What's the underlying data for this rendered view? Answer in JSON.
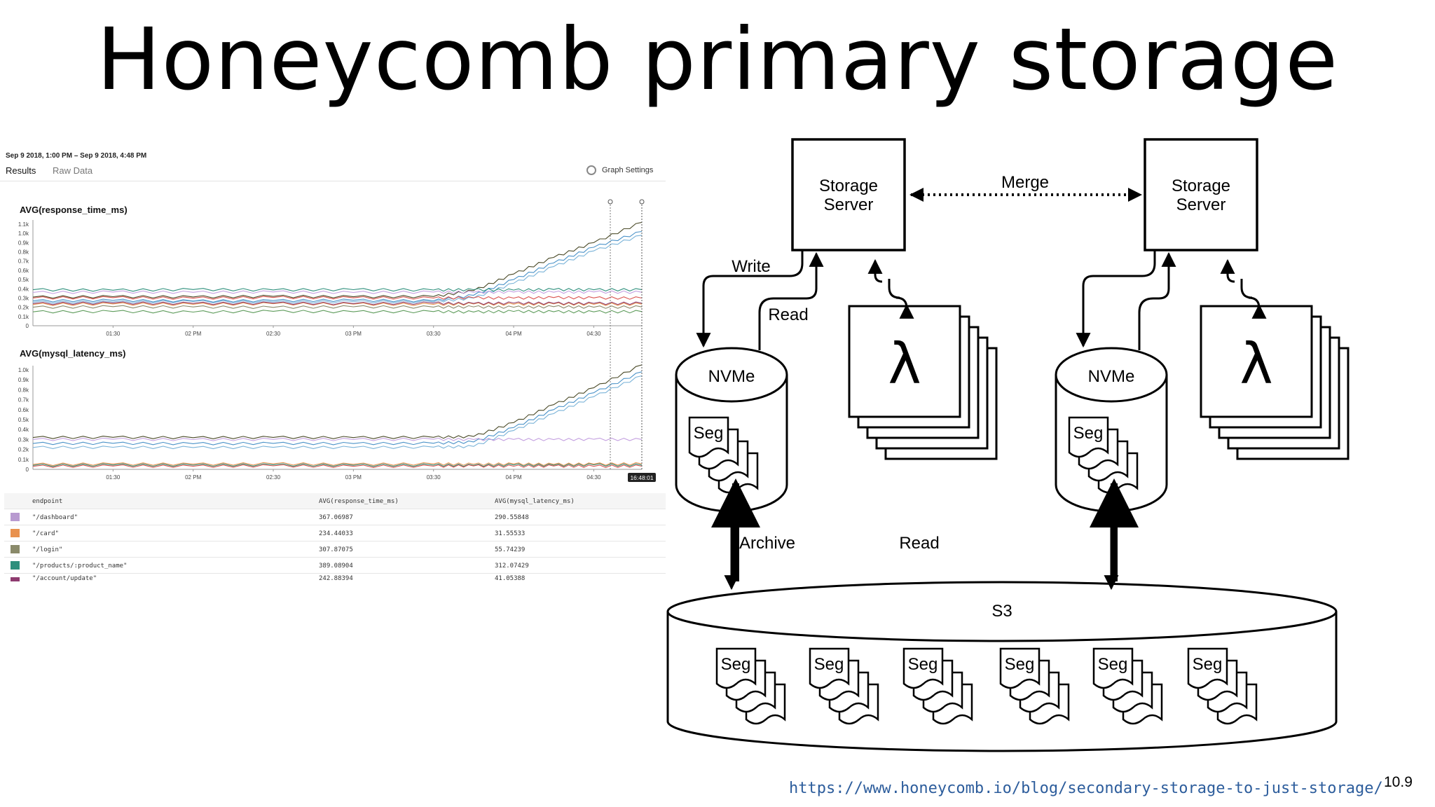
{
  "slide": {
    "title": "Honeycomb primary storage",
    "url": "https://www.honeycomb.io/blog/secondary-storage-to-just-storage/",
    "page_number": "10.9"
  },
  "query_ui": {
    "time_range": "Sep 9 2018, 1:00 PM – Sep 9 2018, 4:48 PM",
    "tabs": [
      {
        "label": "Results",
        "active": true
      },
      {
        "label": "Raw Data",
        "active": false
      }
    ],
    "graph_settings_label": "Graph Settings",
    "x_ticks": [
      "01:30",
      "02 PM",
      "02:30",
      "03 PM",
      "03:30",
      "04 PM",
      "04:30"
    ],
    "cursor_time": "16:48:01",
    "table": {
      "columns": [
        "endpoint",
        "AVG(response_time_ms)",
        "AVG(mysql_latency_ms)"
      ],
      "rows": [
        {
          "color": "#b89ad0",
          "endpoint": "\"/dashboard\"",
          "response": "367.06987",
          "mysql": "290.55848"
        },
        {
          "color": "#e8914e",
          "endpoint": "\"/card\"",
          "response": "234.44033",
          "mysql": "31.55533"
        },
        {
          "color": "#8a8a6a",
          "endpoint": "\"/login\"",
          "response": "307.87075",
          "mysql": "55.74239"
        },
        {
          "color": "#2e8f7c",
          "endpoint": "\"/products/:product_name\"",
          "response": "389.08904",
          "mysql": "312.07429"
        },
        {
          "color": "#8e3b6f",
          "endpoint": "\"/account/update\"",
          "response": "242.88394",
          "mysql": "41.05388"
        }
      ]
    }
  },
  "chart_data": [
    {
      "type": "line",
      "title": "AVG(response_time_ms)",
      "y_ticks": [
        "0",
        "0.1k",
        "0.2k",
        "0.3k",
        "0.4k",
        "0.5k",
        "0.6k",
        "0.7k",
        "0.8k",
        "0.9k",
        "1.0k",
        "1.1k"
      ],
      "ylim": [
        0,
        1100
      ],
      "x": [
        "13:00",
        "13:30",
        "14:00",
        "14:30",
        "15:00",
        "15:30",
        "15:45",
        "16:00",
        "16:15",
        "16:30",
        "16:48"
      ],
      "series": [
        {
          "color": "#4a4a28",
          "values": [
            310,
            315,
            312,
            318,
            314,
            316,
            380,
            560,
            740,
            900,
            1120
          ]
        },
        {
          "color": "#4a92c8",
          "values": [
            270,
            275,
            268,
            272,
            276,
            270,
            330,
            500,
            680,
            850,
            1020
          ]
        },
        {
          "color": "#7ab3d8",
          "values": [
            255,
            258,
            262,
            257,
            260,
            259,
            300,
            460,
            640,
            810,
            980
          ]
        },
        {
          "color": "#c4a0e0",
          "values": [
            360,
            365,
            362,
            366,
            360,
            364,
            362,
            365,
            363,
            366,
            362
          ]
        },
        {
          "color": "#d9534f",
          "values": [
            300,
            304,
            298,
            306,
            302,
            300,
            303,
            299,
            305,
            301,
            300
          ]
        },
        {
          "color": "#2e8f7c",
          "values": [
            390,
            385,
            392,
            388,
            391,
            387,
            390,
            386,
            392,
            389,
            390
          ]
        },
        {
          "color": "#e8914e",
          "values": [
            230,
            236,
            232,
            238,
            234,
            231,
            236,
            233,
            237,
            232,
            234
          ]
        },
        {
          "color": "#8e3b6f",
          "values": [
            240,
            246,
            242,
            244,
            240,
            245,
            241,
            246,
            243,
            242,
            244
          ]
        },
        {
          "color": "#8a8a6a",
          "values": [
            200,
            206,
            203,
            199,
            205,
            202,
            204,
            200,
            206,
            201,
            203
          ]
        },
        {
          "color": "#5d9b5a",
          "values": [
            150,
            154,
            148,
            156,
            151,
            153,
            149,
            155,
            152,
            150,
            153
          ]
        }
      ]
    },
    {
      "type": "line",
      "title": "AVG(mysql_latency_ms)",
      "y_ticks": [
        "0",
        "0.1k",
        "0.2k",
        "0.3k",
        "0.4k",
        "0.5k",
        "0.6k",
        "0.7k",
        "0.8k",
        "0.9k",
        "1.0k"
      ],
      "ylim": [
        0,
        1000
      ],
      "x": [
        "13:00",
        "13:30",
        "14:00",
        "14:30",
        "15:00",
        "15:30",
        "15:45",
        "16:00",
        "16:15",
        "16:30",
        "16:48"
      ],
      "series": [
        {
          "color": "#4a4a28",
          "values": [
            320,
            322,
            318,
            321,
            319,
            322,
            330,
            470,
            650,
            820,
            1050
          ]
        },
        {
          "color": "#4a92c8",
          "values": [
            260,
            262,
            258,
            261,
            259,
            262,
            275,
            420,
            600,
            770,
            980
          ]
        },
        {
          "color": "#7ab3d8",
          "values": [
            220,
            222,
            219,
            221,
            220,
            223,
            230,
            390,
            560,
            730,
            940
          ]
        },
        {
          "color": "#c4a0e0",
          "values": [
            300,
            302,
            299,
            301,
            300,
            302,
            300,
            301,
            299,
            302,
            300
          ]
        },
        {
          "color": "#2e8f7c",
          "values": [
            40,
            44,
            42,
            45,
            41,
            43,
            40,
            44,
            42,
            45,
            43
          ]
        },
        {
          "color": "#d9534f",
          "values": [
            30,
            33,
            31,
            35,
            30,
            32,
            34,
            31,
            33,
            30,
            32
          ]
        },
        {
          "color": "#e8914e",
          "values": [
            50,
            54,
            52,
            56,
            51,
            55,
            52,
            54,
            50,
            53,
            55
          ]
        }
      ]
    }
  ],
  "diagram": {
    "storage_server_label_line1": "Storage",
    "storage_server_label_line2": "Server",
    "merge_label": "Merge",
    "write_label": "Write",
    "read_label": "Read",
    "nvme_label": "NVMe",
    "seg_label": "Seg",
    "lambda_label": "λ",
    "archive_label": "Archive",
    "s3_label": "S3"
  }
}
